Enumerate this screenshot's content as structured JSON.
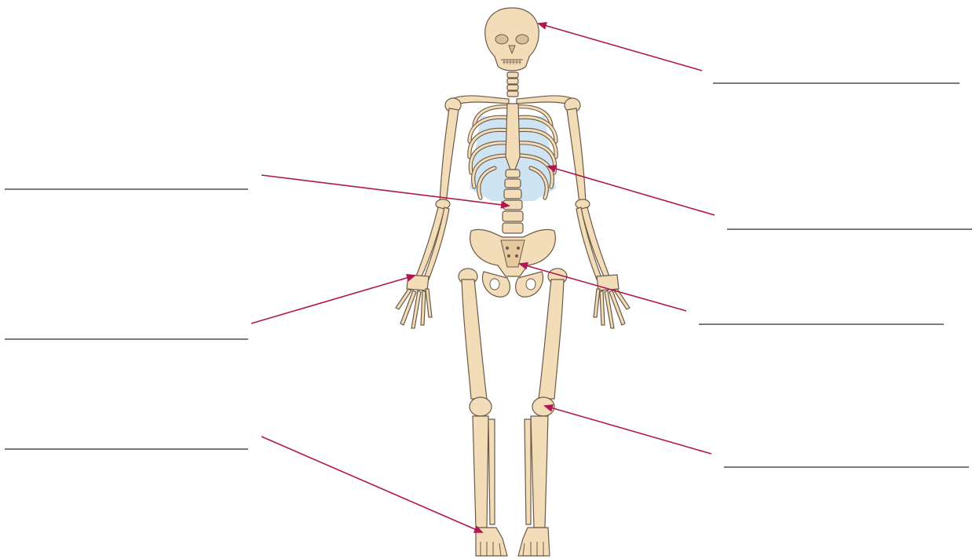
{
  "diagram": {
    "label_blanks": [
      {
        "id": "skull"
      },
      {
        "id": "spine"
      },
      {
        "id": "ribs"
      },
      {
        "id": "wrist"
      },
      {
        "id": "pelvis"
      },
      {
        "id": "knee"
      },
      {
        "id": "foot"
      }
    ]
  },
  "colors": {
    "bone": "#f3dcb8",
    "bone_outline": "#6b5a48",
    "cartilage": "#cfe4f2",
    "pointer_arrow": "#b0164f",
    "label_line": "#2b2b2b",
    "background": "#ffffff"
  }
}
